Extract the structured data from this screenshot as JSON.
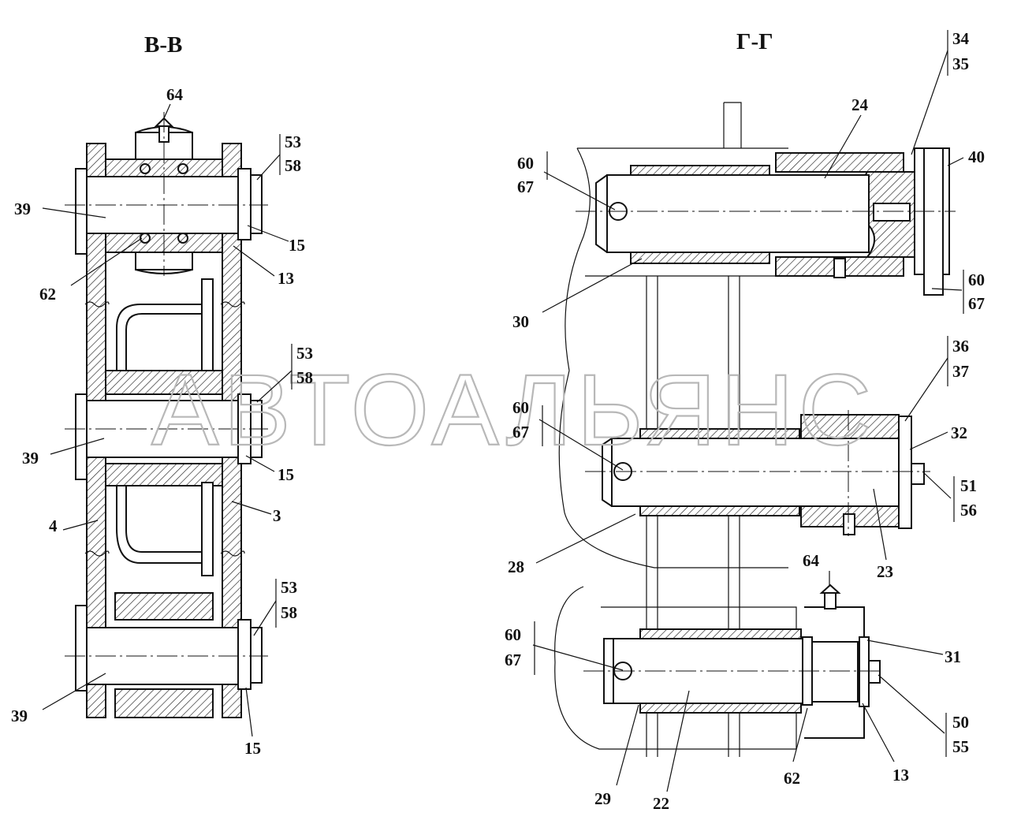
{
  "watermark": "АВТОАЛЬЯНС",
  "views": {
    "left": {
      "title": "В-В"
    },
    "right": {
      "title": "Г-Г"
    }
  },
  "callouts": [
    "64",
    "53",
    "58",
    "39",
    "15",
    "13",
    "62",
    "53",
    "58",
    "39",
    "15",
    "3",
    "4",
    "53",
    "58",
    "39",
    "15",
    "34",
    "35",
    "24",
    "40",
    "60",
    "67",
    "60",
    "67",
    "30",
    "36",
    "37",
    "32",
    "60",
    "67",
    "51",
    "56",
    "28",
    "23",
    "64",
    "60",
    "67",
    "31",
    "50",
    "55",
    "62",
    "13",
    "29",
    "22"
  ]
}
